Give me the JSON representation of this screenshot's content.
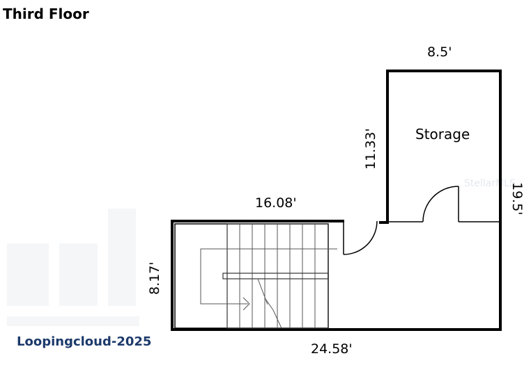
{
  "plan": {
    "title": "Third Floor",
    "room_storage": "Storage",
    "dim_top_storage": "8.5'",
    "dim_left_storage": "11.33'",
    "dim_right": "19.5'",
    "dim_top_stair": "16.08'",
    "dim_left_stair": "8.17'",
    "dim_bottom": "24.58'",
    "watermark": "Loopingcloud-2025",
    "faint_mark": "StellarMLS"
  }
}
